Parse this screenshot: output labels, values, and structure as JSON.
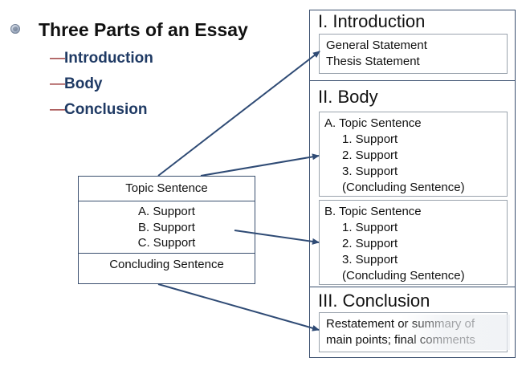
{
  "bullets": {
    "title": "Three Parts of an Essay",
    "dash": "—",
    "items": [
      "Introduction",
      "Body",
      "Conclusion"
    ]
  },
  "paragraph": {
    "topic": "Topic Sentence",
    "supports": [
      "A. Support",
      "B. Support",
      "C. Support"
    ],
    "concluding": "Concluding Sentence"
  },
  "essay": {
    "introduction": {
      "title": "I. Introduction",
      "lines": [
        "General Statement",
        "Thesis Statement"
      ]
    },
    "body": {
      "title": "II. Body",
      "paragraphs": [
        {
          "topic": "A.  Topic Sentence",
          "supports": [
            "1. Support",
            "2. Support",
            "3. Support"
          ],
          "concluding": "(Concluding Sentence)"
        },
        {
          "topic": "B.  Topic Sentence",
          "supports": [
            "1. Support",
            "2. Support",
            "3. Support"
          ],
          "concluding": "(Concluding Sentence)"
        }
      ]
    },
    "conclusion": {
      "title": "III. Conclusion",
      "lines": [
        "Restatement or summary of",
        "main points; final comments"
      ]
    }
  },
  "colors": {
    "heading": "#111111",
    "list_text": "#1f3a64",
    "dash": "#8b1a1a",
    "border": "#3a4f6e",
    "arrow": "#2f4b75"
  }
}
